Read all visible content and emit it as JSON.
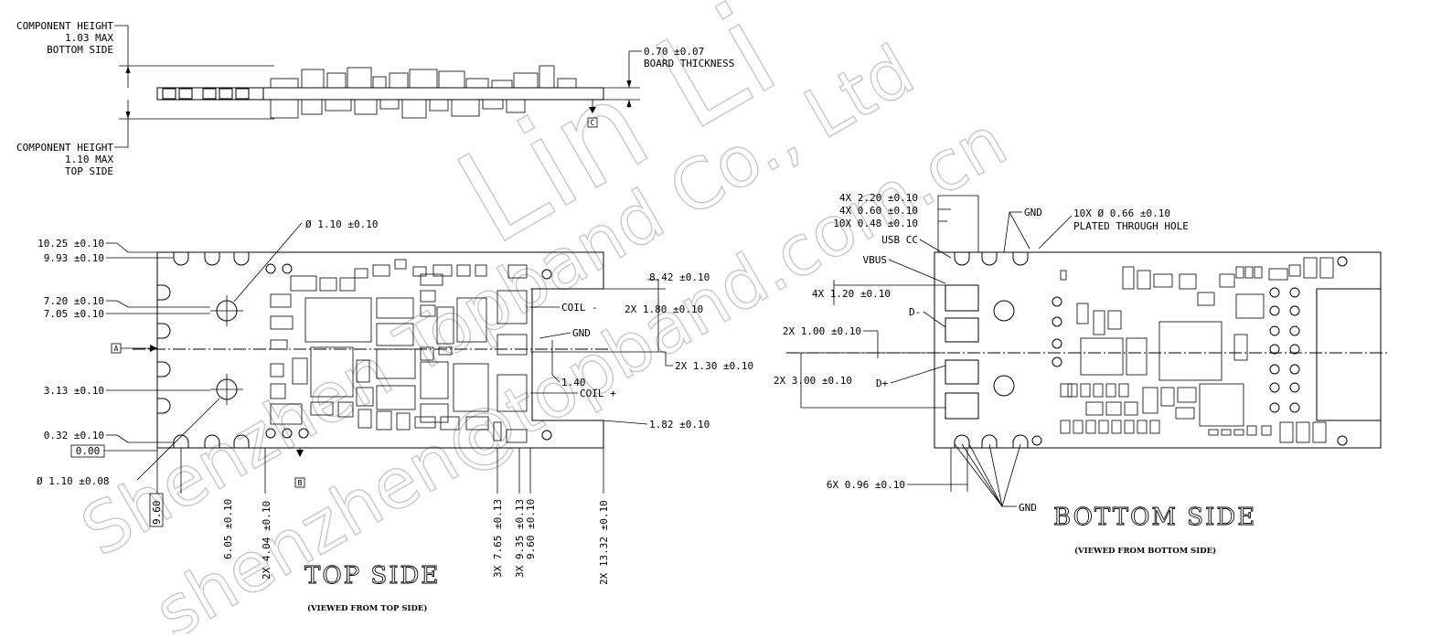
{
  "side_view": {
    "bottom_height": [
      "COMPONENT HEIGHT",
      "1.03 MAX",
      "BOTTOM SIDE"
    ],
    "top_height": [
      "COMPONENT HEIGHT",
      "1.10 MAX",
      "TOP SIDE"
    ],
    "thickness": [
      "0.70 ±0.07",
      "BOARD THICKNESS"
    ],
    "datum_c": "C"
  },
  "top_side": {
    "title": "TOP SIDE",
    "subtitle": "(VIEWED FROM TOP SIDE)",
    "hole_top": "Ø 1.10 ±0.10",
    "hole_bottom": "Ø 1.10 ±0.08",
    "left_dims": [
      "10.25 ±0.10",
      "9.93 ±0.10",
      "7.20 ±0.10",
      "7.05 ±0.10",
      "3.13 ±0.10",
      "0.32 ±0.10"
    ],
    "zero": "0.00",
    "datum_a": "A",
    "datum_b": "B",
    "right_dims": {
      "d842": "8.42 ±0.10",
      "d180": "2X 1.80 ±0.10",
      "d130": "2X 1.30 ±0.10",
      "d140": "1.40",
      "d182": "1.82 ±0.10",
      "coil_minus": "COIL -",
      "coil_plus": "COIL +",
      "gnd": "GND"
    },
    "bottom_dims": [
      "9.60",
      "6.05 ±0.10",
      "2X 4.04 ±0.10",
      "3X 7.65 ±0.13",
      "3X 9.35 ±0.13",
      "9.60 ±0.10",
      "2X 13.32 ±0.10"
    ]
  },
  "bottom_side": {
    "title": "BOTTOM SIDE",
    "subtitle": "(VIEWED FROM BOTTOM SIDE)",
    "dims": [
      "4X 2.20 ±0.10",
      "4X 0.60 ±0.10",
      "10X 0.48 ±0.10"
    ],
    "pth": [
      "10X Ø 0.66 ±0.10",
      "PLATED THROUGH HOLE"
    ],
    "usb_cc": "USB CC",
    "vbus": "VBUS",
    "d120": "4X 1.20 ±0.10",
    "d100": "2X 1.00 ±0.10",
    "d300": "2X 3.00 ±0.10",
    "d096": "6X 0.96 ±0.10",
    "d_minus": "D-",
    "d_plus": "D+",
    "gnd_top": "GND",
    "gnd_bottom": "GND"
  },
  "watermark": [
    "Lin Li",
    "Shenzhen Topband Co., Ltd",
    "shenzhen@topband.com.cn"
  ]
}
